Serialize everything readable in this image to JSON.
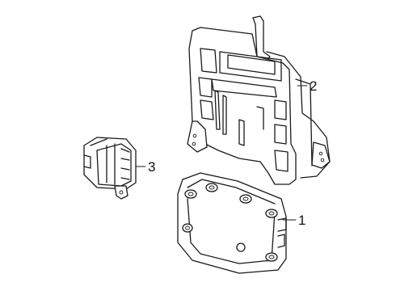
{
  "callouts": [
    {
      "id": "part-1",
      "label": "1"
    },
    {
      "id": "part-2",
      "label": "2"
    },
    {
      "id": "part-3",
      "label": "3"
    }
  ],
  "colors": {
    "line": "#1a1a1a",
    "background": "#ffffff"
  }
}
